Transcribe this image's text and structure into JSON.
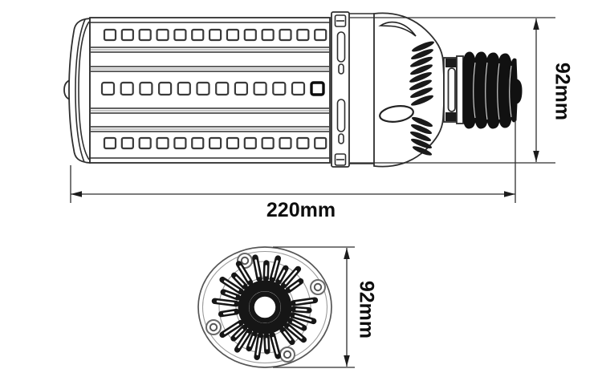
{
  "drawing": {
    "side_view": {
      "length_label": "220mm",
      "height_label": "92mm",
      "led_count_top_row": 13,
      "led_count_middle_row": 12,
      "led_count_bottom_row": 13
    },
    "end_view": {
      "diameter_label": "92mm",
      "screw_hole_count": 4
    },
    "colors": {
      "line": "#2e2e2e",
      "solid_fill": "#141414",
      "background": "#ffffff"
    }
  }
}
